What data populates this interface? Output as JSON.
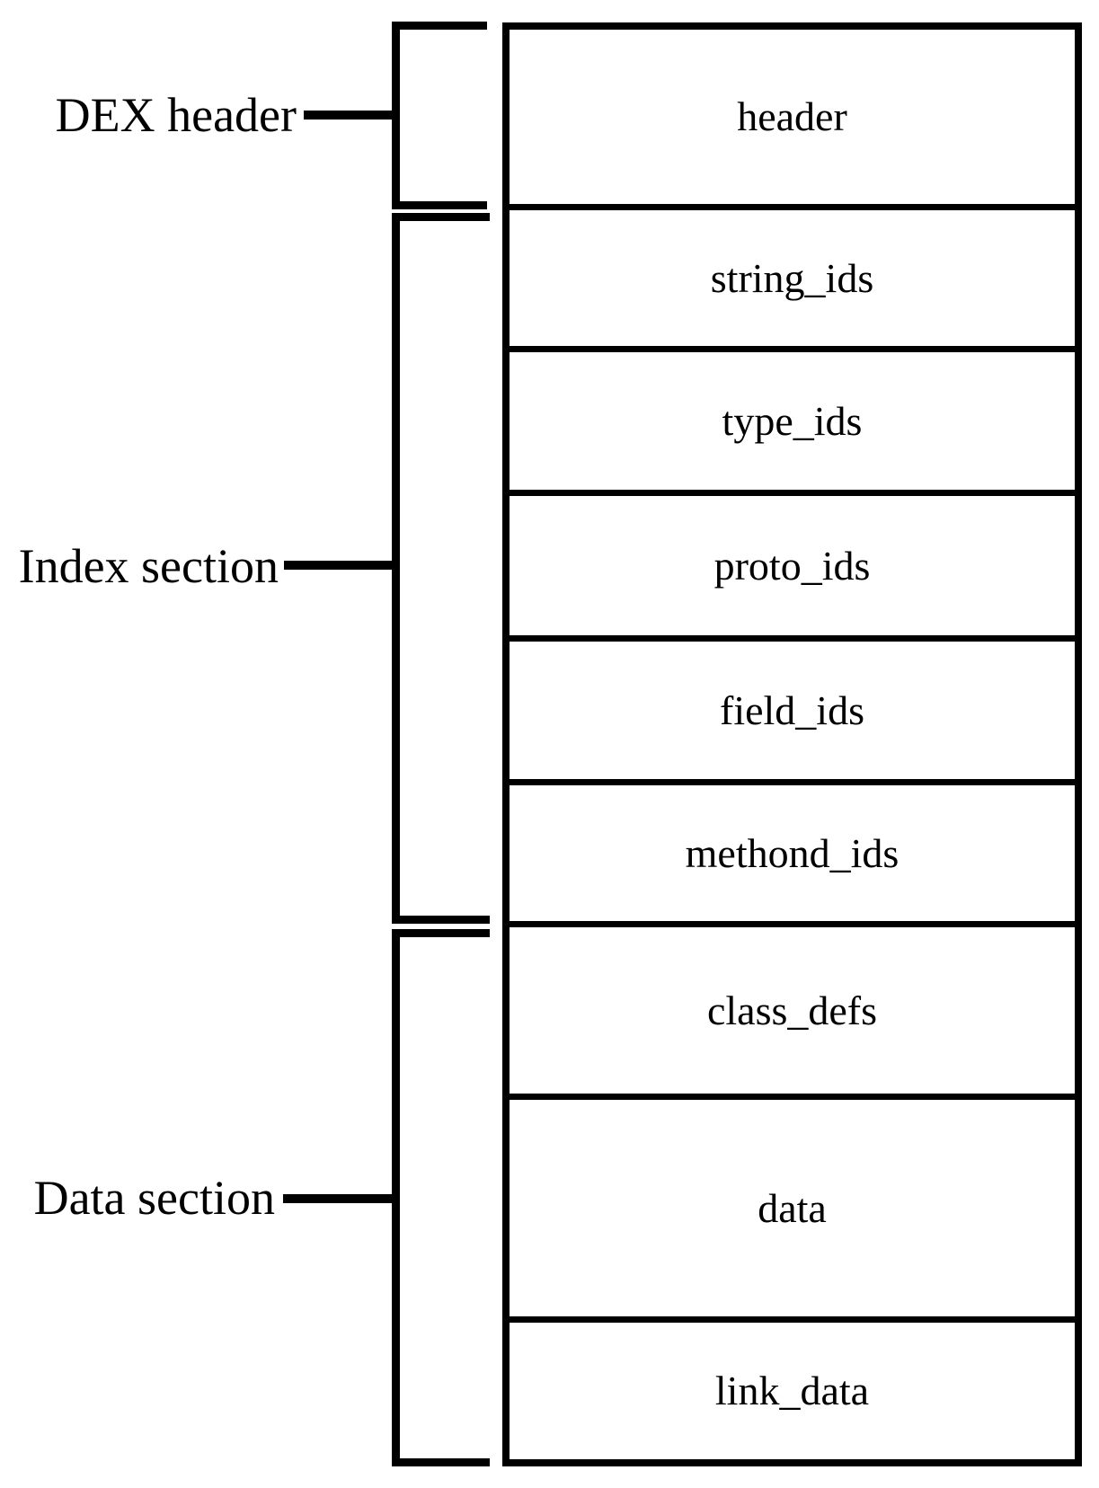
{
  "section_labels": {
    "dex_header": "DEX header",
    "index_section": "Index section",
    "data_section": "Data section"
  },
  "file_map": {
    "cells": {
      "header": "header",
      "string_ids": "string_ids",
      "type_ids": "type_ids",
      "proto_ids": "proto_ids",
      "field_ids": "field_ids",
      "methond_ids": "methond_ids",
      "class_defs": "class_defs",
      "data": "data",
      "link_data": "link_data"
    }
  },
  "colors": {
    "foreground": "#000000",
    "background": "#ffffff"
  }
}
